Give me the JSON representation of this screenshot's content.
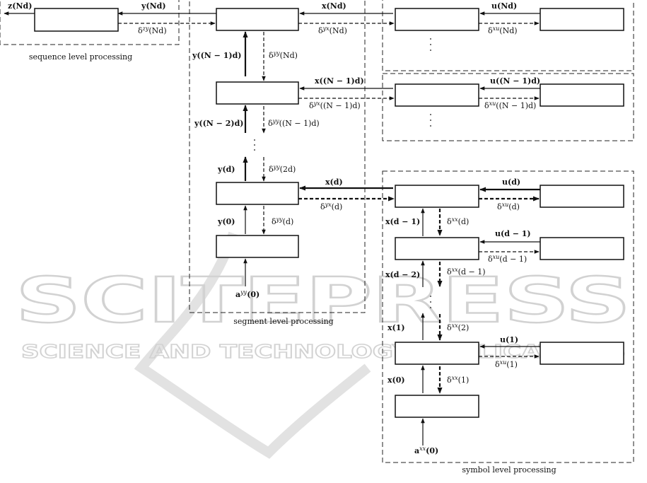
{
  "captions": {
    "sequence": "sequence level processing",
    "segment": "segment level processing",
    "symbol": "symbol level processing"
  },
  "labels": {
    "z_Nd": "z(Nd)",
    "y_Nd": "y(Nd)",
    "dzy_Nd": "δ^zy(Nd)",
    "x_Nd": "x(Nd)",
    "dyx_Nd": "δ^yx(Nd)",
    "u_Nd": "u(Nd)",
    "dxu_Nd": "δ^xu(Nd)",
    "y_N1d": "y((N − 1)d)",
    "dyy_Nd": "δ^yy(Nd)",
    "x_N1d": "x((N − 1)d)",
    "dyx_N1d": "δ^yx((N − 1)d)",
    "u_N1d": "u((N − 1)d)",
    "dxu_N1d": "δ^xu((N − 1)d)",
    "y_N2d": "y((N − 2)d)",
    "dyy_N1d": "δ^yy((N − 1)d)",
    "y_d": "y(d)",
    "dyy_2d": "δ^yy(2d)",
    "x_d_seg": "x(d)",
    "dyx_d": "δ^yx(d)",
    "u_d": "u(d)",
    "dxu_d": "δ^xu(d)",
    "y_0": "y(0)",
    "dyy_d": "δ^yy(d)",
    "a_yy_0": "a^yy(0)",
    "x_d1": "x(d − 1)",
    "dxx_d": "δ^xx(d)",
    "u_d1": "u(d − 1)",
    "dxu_d1": "δ^xu(d − 1)",
    "x_d2": "x(d − 2)",
    "dxx_d1": "δ^xx(d − 1)",
    "x_1": "x(1)",
    "dxx_2": "δ^xx(2)",
    "u_1": "u(1)",
    "dxu_1": "δ^xu(1)",
    "x_0": "x(0)",
    "dxx_1": "δ^xx(1)",
    "a_xx_0": "a^xx(0)"
  },
  "watermark": {
    "main": "SCITEPRESS",
    "sub": "SCIENCE AND TECHNOLOGY PUBLICATIONS"
  }
}
